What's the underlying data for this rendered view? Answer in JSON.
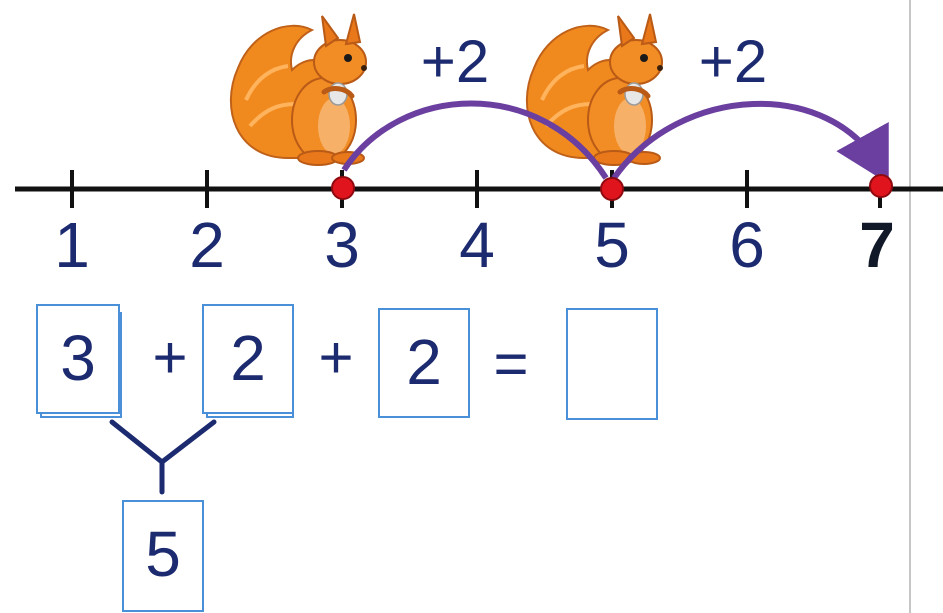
{
  "number_line": {
    "labels": [
      "1",
      "2",
      "3",
      "4",
      "5",
      "6",
      "7"
    ],
    "highlighted": [
      "3",
      "5",
      "7"
    ]
  },
  "jumps": [
    {
      "label": "+2",
      "from": 3,
      "to": 5
    },
    {
      "label": "+2",
      "from": 5,
      "to": 7
    }
  ],
  "equation": {
    "term1": "3",
    "plus1": "+",
    "term2": "2",
    "plus2": "+",
    "term3": "2",
    "equals": "=",
    "answer": ""
  },
  "partial_sum": "5",
  "colors": {
    "ink": "#1c2a70",
    "axis": "#111111",
    "point": "#e0141c",
    "arc": "#6b3fa0",
    "box_border": "#4a90d9",
    "squirrel": "#f08a1e"
  },
  "icons": [
    "squirrel-icon",
    "squirrel-icon"
  ]
}
